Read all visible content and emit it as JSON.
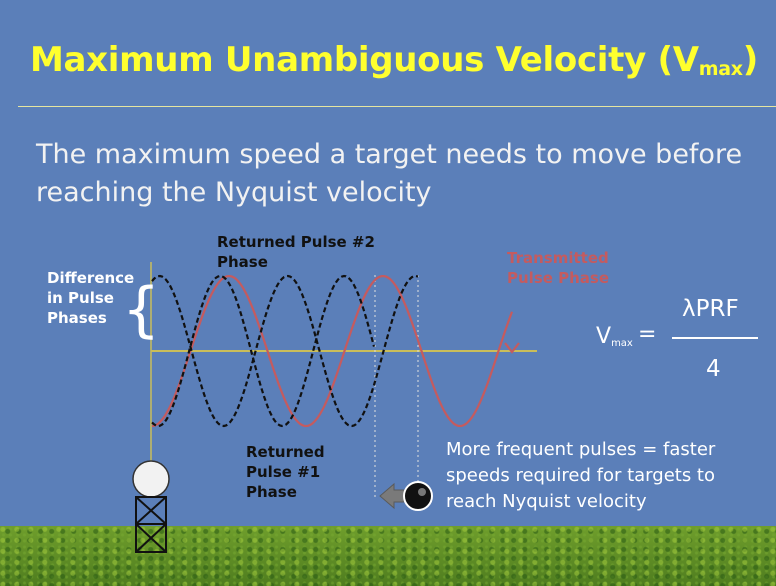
{
  "slide": {
    "title_main": "Maximum Unambiguous Velocity (V",
    "title_sub": "max",
    "title_close": ")",
    "subtitle": "The maximum speed a target needs to move before reaching the Nyquist velocity"
  },
  "diagram": {
    "label_difference": "Difference\nin Pulse\nPhases",
    "label_returned_2": "Returned Pulse  #2\nPhase",
    "label_returned_1": "Returned\nPulse  #1\nPhase",
    "label_transmitted": "Transmitted\nPulse Phase",
    "brace_glyph": "{"
  },
  "formula": {
    "lhs": "V",
    "lhs_sub": "max",
    "equals": "=",
    "numerator": "λPRF",
    "denominator": "4"
  },
  "note": "More frequent pulses = faster speeds required for targets to reach Nyquist velocity",
  "colors": {
    "background": "#5b7fb9",
    "title": "#ffff2e",
    "transmitted_wave": "#c45b5f",
    "returned_wave": "#111111",
    "axis": "#c9bd5a",
    "grass": "#5f8f26"
  },
  "icons": [
    "radar-tower-icon",
    "target-ball-icon",
    "left-arrow-icon"
  ]
}
